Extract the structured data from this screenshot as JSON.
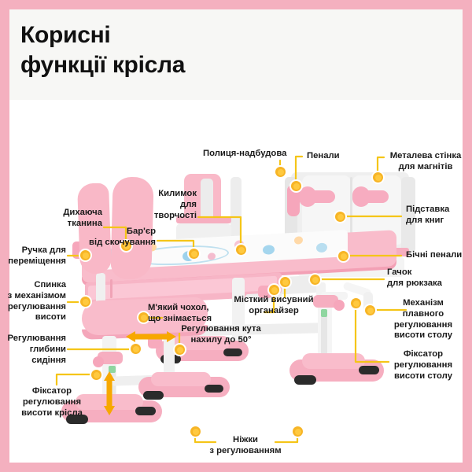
{
  "page": {
    "background_color": "#f4b0bf",
    "content_background": "#ffffff",
    "title_band_color": "#f7f7f5",
    "accent_dot_color": "#f7b526",
    "connector_line_color": "#f5c518",
    "product_pink": "#f9b9c8",
    "product_white": "#f2f2f2"
  },
  "header": {
    "title": "Корисні\nфункції крісла"
  },
  "callouts": [
    {
      "id": "handle",
      "text": "Ручка для\nпереміщення",
      "align": "right"
    },
    {
      "id": "backrest",
      "text": "Спинка\nз механізмом\nрегулювання\nвисоти",
      "align": "right"
    },
    {
      "id": "breathable",
      "text": "Дихаюча\nтканина",
      "align": "right"
    },
    {
      "id": "seat-depth",
      "text": "Регулювання\nглибини\nсидіння",
      "align": "right"
    },
    {
      "id": "chair-lock",
      "text": "Фіксатор\nрегулювання\nвисоти крісла",
      "align": "center"
    },
    {
      "id": "soft-cover",
      "text": "М'який чохол,\nщо знімається",
      "align": "left"
    },
    {
      "id": "anti-roll",
      "text": "Бар'єр\nвід скочування",
      "align": "right"
    },
    {
      "id": "creative-mat",
      "text": "Килимок\nдля творчості",
      "align": "right"
    },
    {
      "id": "shelf-hutch",
      "text": "Полиця-надбудова",
      "align": "left"
    },
    {
      "id": "pencil-cases",
      "text": "Пенали",
      "align": "left"
    },
    {
      "id": "magnet-wall",
      "text": "Металева стінка\nдля магнітів",
      "align": "center"
    },
    {
      "id": "book-stand",
      "text": "Підставка\nдля книг",
      "align": "left"
    },
    {
      "id": "side-cases",
      "text": "Бічні пенали",
      "align": "left"
    },
    {
      "id": "backpack-hook",
      "text": "Гачок\nдля рюкзака",
      "align": "left"
    },
    {
      "id": "organizer",
      "text": "Місткий висувний\nорганайзер",
      "align": "center"
    },
    {
      "id": "tilt-angle",
      "text": "Регулювання кута\nнахилу до 50°",
      "align": "center"
    },
    {
      "id": "smooth-mech",
      "text": "Механізм\nплавного\nрегулювання\nвисоти столу",
      "align": "center"
    },
    {
      "id": "desk-lock",
      "text": "Фіксатор\nрегулювання\nвисоти столу",
      "align": "center"
    },
    {
      "id": "feet",
      "text": "Ніжки\nз регулюванням",
      "align": "center"
    }
  ]
}
